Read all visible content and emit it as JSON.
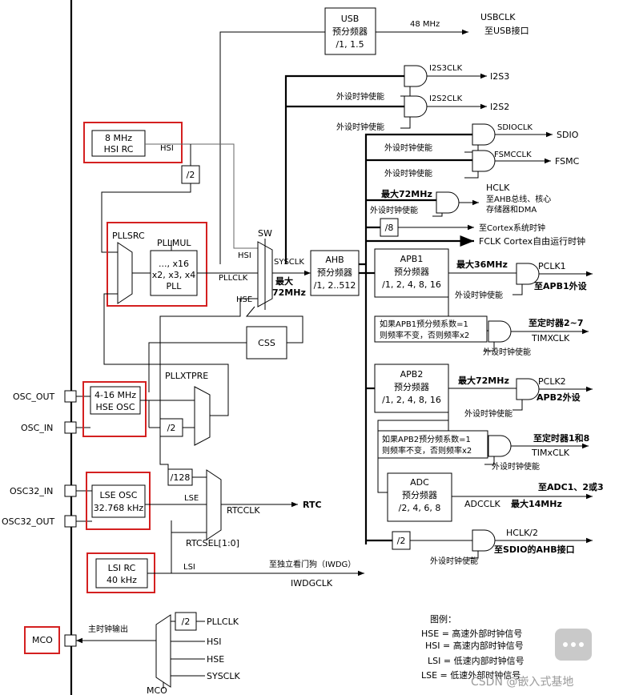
{
  "usb": {
    "line1": "USB",
    "line2": "预分频器",
    "line3": "/1, 1.5",
    "freq": "48 MHz",
    "out": "USBCLK",
    "out_desc": "至USB接口"
  },
  "i2s3": {
    "clk": "I2S3CLK",
    "out": "I2S3",
    "en": "外设时钟使能"
  },
  "i2s2": {
    "clk": "I2S2CLK",
    "out": "I2S2",
    "en": "外设时钟使能"
  },
  "sdio": {
    "clk": "SDIOCLK",
    "out": "SDIO",
    "en": "外设时钟使能"
  },
  "fsmc": {
    "clk": "FSMCCLK",
    "out": "FSMC",
    "en": "外设时钟使能"
  },
  "hclk": {
    "max": "最大72MHz",
    "en": "外设时钟使能",
    "name": "HCLK",
    "desc1": "至AHB总线、核心",
    "desc2": "存储器和DMA"
  },
  "cortex": {
    "div": "/8",
    "desc": "至Cortex系统时钟"
  },
  "fclk": {
    "desc": "FCLK Cortex自由运行时钟"
  },
  "hsi": {
    "line1": "8 MHz",
    "line2": "HSI RC",
    "label": "HSI",
    "div2": "/2"
  },
  "pll": {
    "src": "PLLSRC",
    "mul": "PLLMUL",
    "m1": "..., x16",
    "m2": "x2, x3, x4",
    "m3": "PLL",
    "clk": "PLLCLK"
  },
  "sw": {
    "label": "SW",
    "hsi": "HSI",
    "pllclk": "PLLCLK",
    "hse": "HSE",
    "sysclk": "SYSCLK",
    "max1": "最大",
    "max2": "72MHz"
  },
  "ahb": {
    "line1": "AHB",
    "line2": "预分频器",
    "line3": "/1, 2..512"
  },
  "apb1": {
    "line1": "APB1",
    "line2": "预分频器",
    "line3": "/1, 2, 4, 8, 16",
    "max": "最大36MHz",
    "pclk": "PCLK1",
    "desc": "至APB1外设",
    "en": "外设时钟使能"
  },
  "tim1": {
    "note1": "如果APB1预分频系数=1",
    "note2": "则频率不变，否则频率x2",
    "dest": "至定时器2~7",
    "clk": "TIMXCLK",
    "en": "外设时钟使能"
  },
  "apb2": {
    "line1": "APB2",
    "line2": "预分频器",
    "line3": "/1, 2, 4, 8, 16",
    "max": "最大72MHz",
    "pclk": "PCLK2",
    "desc": "APB2外设",
    "en": "外设时钟使能"
  },
  "tim2": {
    "note1": "如果APB2预分频系数=1",
    "note2": "则频率不变，否则频率x2",
    "dest": "至定时器1和8",
    "clk": "TIMxCLK",
    "en": "外设时钟使能"
  },
  "adc": {
    "line1": "ADC",
    "line2": "预分频器",
    "line3": "/2, 4, 6, 8",
    "dest": "至ADC1、2或3",
    "clk": "ADCCLK",
    "max": "最大14MHz"
  },
  "hclk2": {
    "div": "/2",
    "name": "HCLK/2",
    "dest": "至SDIO的AHB接口",
    "en": "外设时钟使能"
  },
  "css": {
    "label": "CSS"
  },
  "hse": {
    "osc_out": "OSC_OUT",
    "osc_in": "OSC_IN",
    "line1": "4-16 MHz",
    "line2": "HSE OSC",
    "pllxtpre": "PLLXTPRE",
    "div2": "/2"
  },
  "lse": {
    "in": "OSC32_IN",
    "out": "OSC32_OUT",
    "line1": "LSE OSC",
    "line2": "32.768 kHz",
    "label": "LSE",
    "div128": "/128",
    "rtcclk": "RTCCLK",
    "rtc": "RTC",
    "rtcsel": "RTCSEL[1:0]"
  },
  "lsi": {
    "line1": "LSI RC",
    "line2": "40 kHz",
    "label": "LSI",
    "iwdg_desc": "至独立看门狗（IWDG）",
    "iwdgclk": "IWDGCLK"
  },
  "mco": {
    "pin": "MCO",
    "main": "主时钟输出",
    "div2": "/2",
    "pllclk": "PLLCLK",
    "hsi": "HSI",
    "hse": "HSE",
    "sysclk": "SYSCLK",
    "mux": "MCO"
  },
  "legend": {
    "title": "图例：",
    "l1": "HSE = 高速外部时钟信号",
    "l2": "HSI = 高速内部时钟信号",
    "l3": "LSI = 低速内部时钟信号",
    "l4": "LSE = 低速外部时钟信号"
  },
  "watermark": "CSDN @嵌入式基地"
}
